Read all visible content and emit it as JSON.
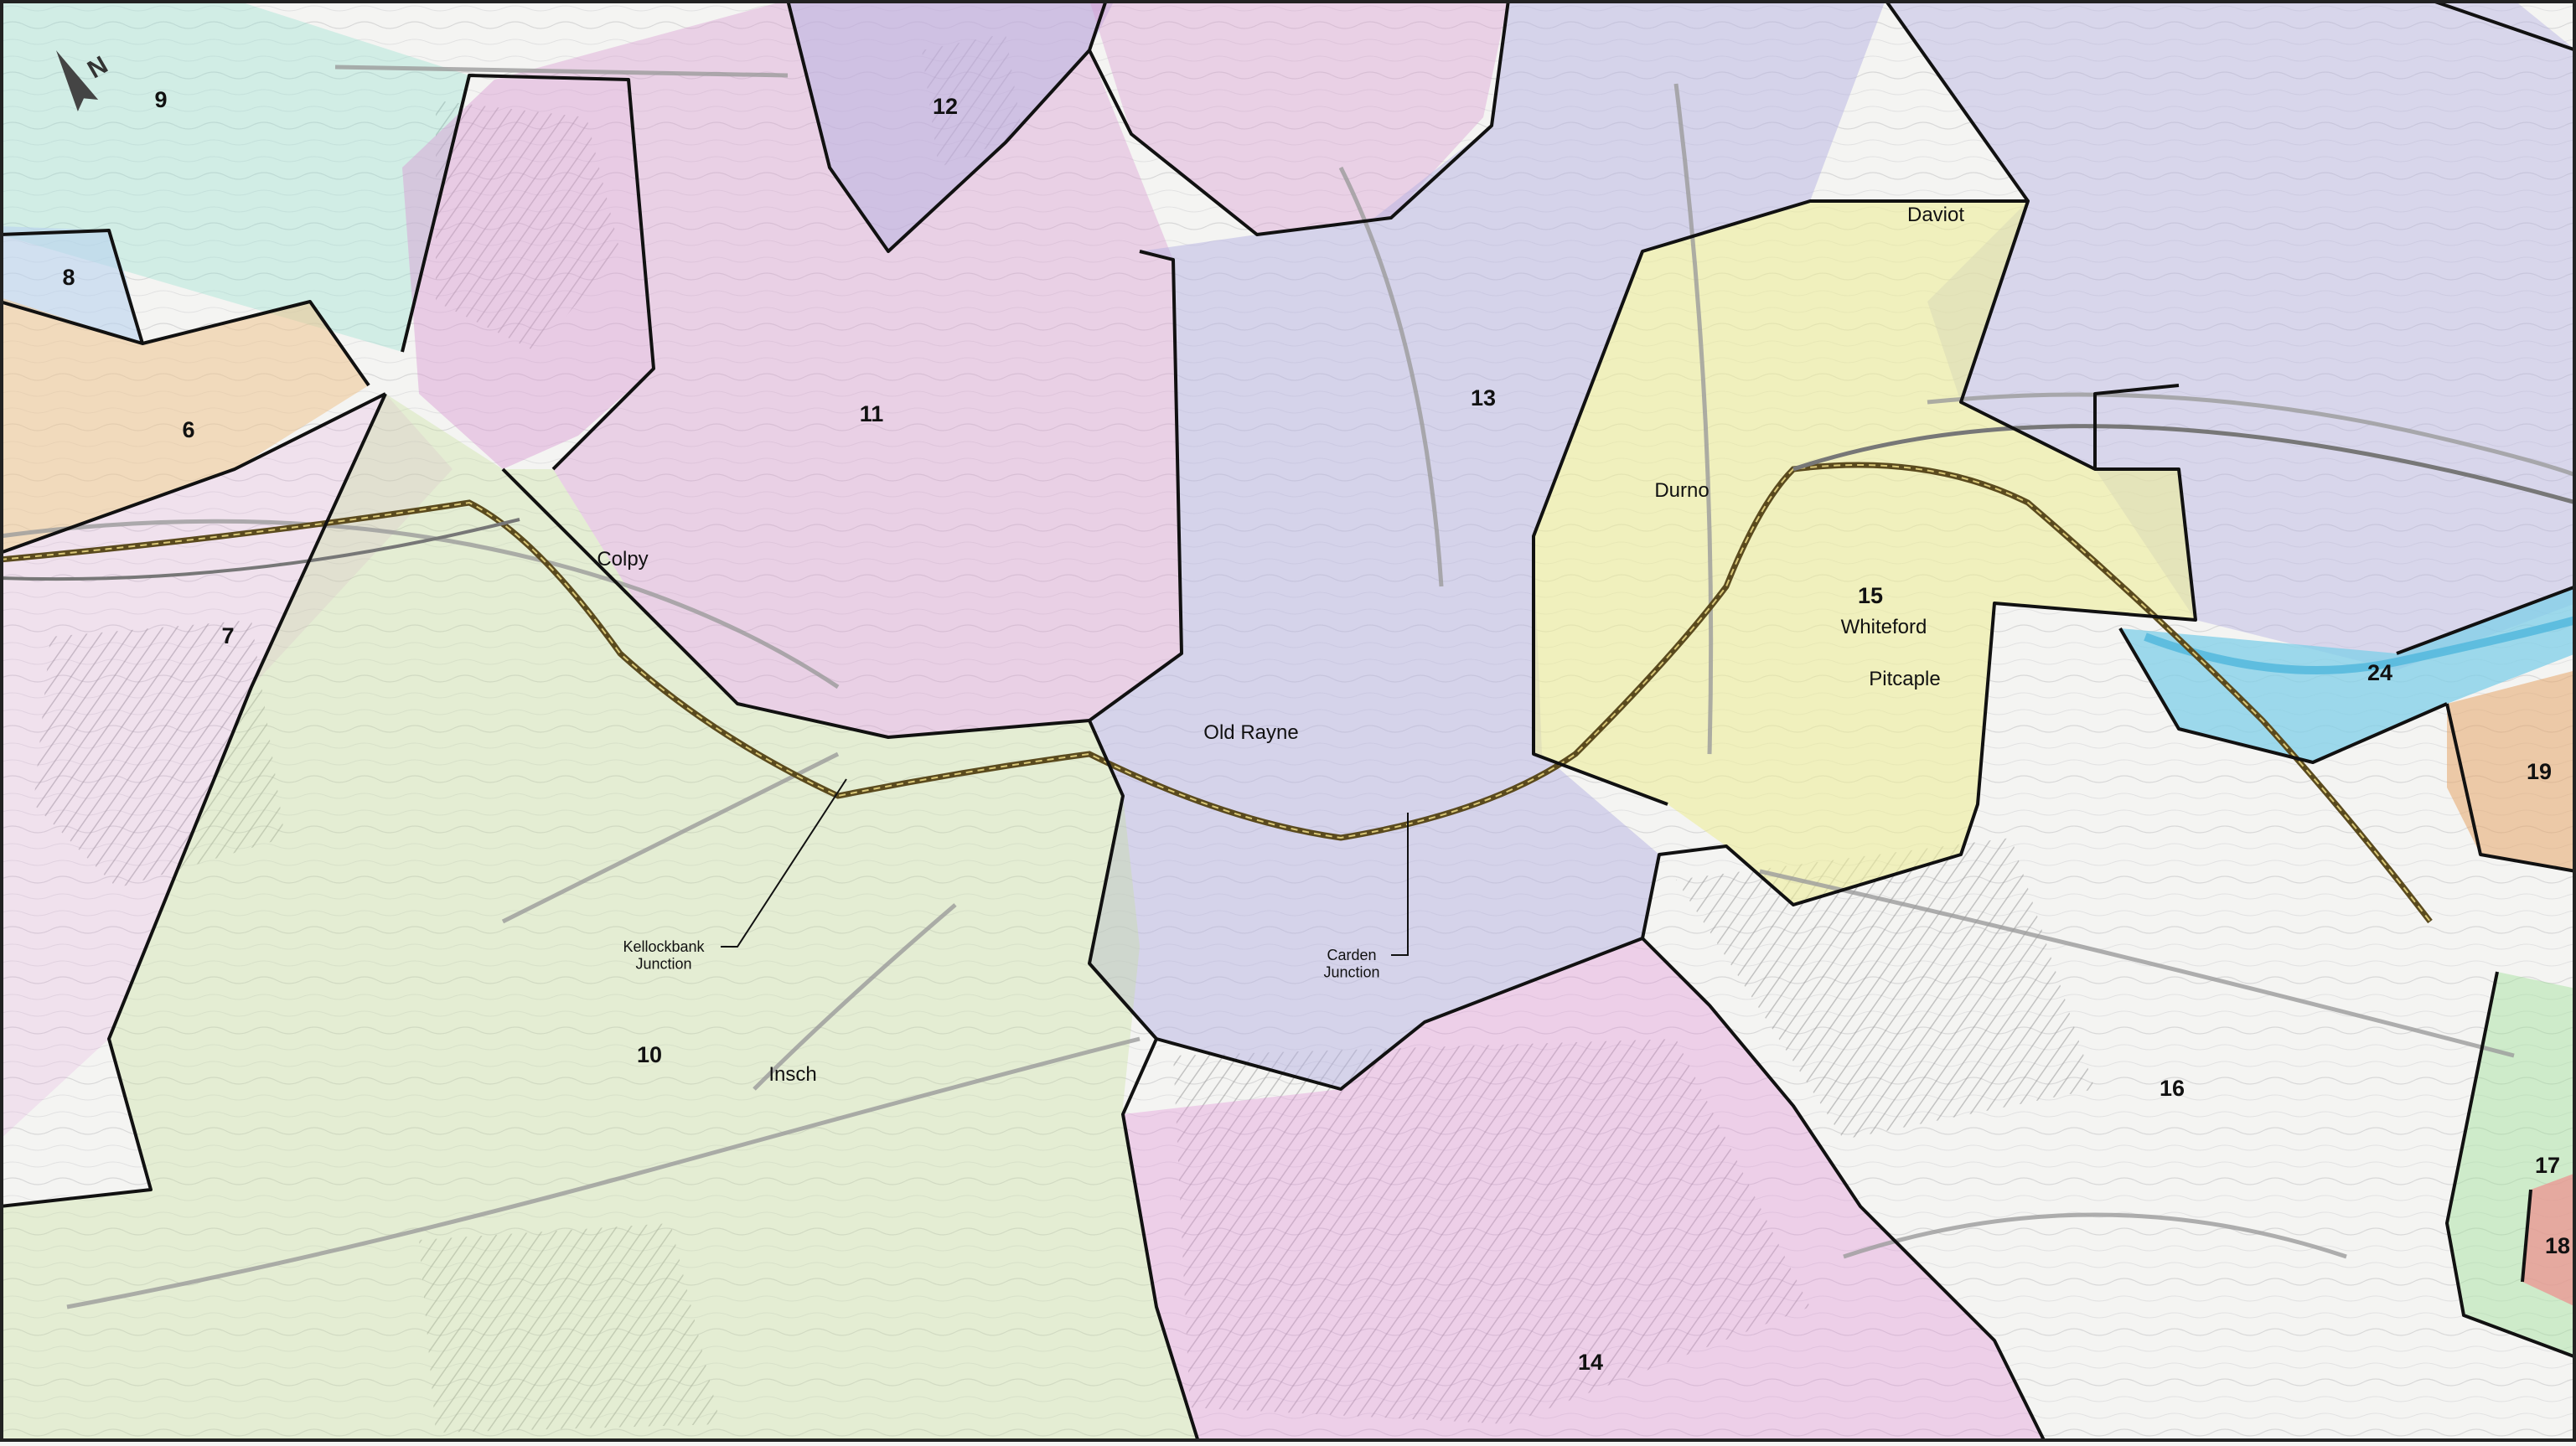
{
  "map": {
    "zone_labels": [
      "9",
      "12",
      "8",
      "6",
      "11",
      "13",
      "7",
      "15",
      "24",
      "19",
      "10",
      "16",
      "17",
      "18",
      "14"
    ],
    "place_labels": [
      "Daviot",
      "Colpy",
      "Durno",
      "Whiteford",
      "Pitcaple",
      "Old Rayne",
      "Insch"
    ],
    "junctions": [
      "Kellockbank Junction",
      "Carden Junction"
    ],
    "north_arrow_label": "N",
    "colors": {
      "pink": "#d99ad3",
      "lavender": "#b5b1e2",
      "teal": "#8fe0cf",
      "peach": "#efc58f",
      "light_blue": "#b9d2ef",
      "green": "#c6df9a",
      "yellow": "#ecec9a",
      "cyan": "#7fcfe8",
      "magenta": "#e08ad6",
      "salmon": "#f08d8d",
      "boundary": "#111111",
      "railway": "#5a4a1e"
    }
  }
}
